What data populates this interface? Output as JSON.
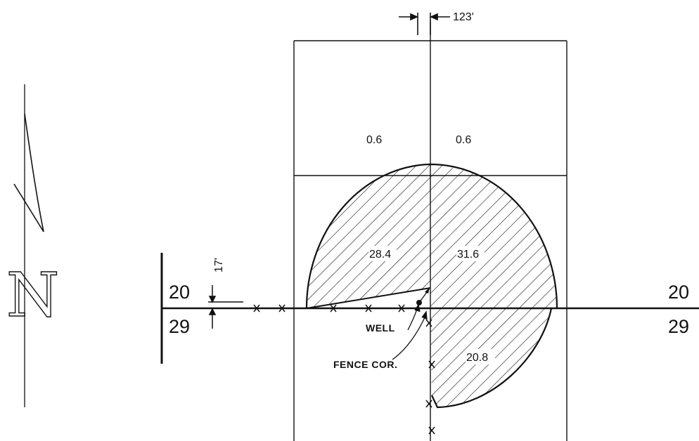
{
  "colors": {
    "ink": "#111111",
    "paper": "#ffffff"
  },
  "north_arrow": {
    "letter": "N"
  },
  "dimensions": {
    "offset_top": "123'",
    "offset_left": "17'"
  },
  "section_labels": {
    "left_upper": "20",
    "left_lower": "29",
    "right_upper": "20",
    "right_lower": "29"
  },
  "areas": {
    "nw_upper": "0.6",
    "ne_upper": "0.6",
    "nw_lower": "28.4",
    "ne_lower": "31.6",
    "se_lower": "20.8"
  },
  "callouts": {
    "well": "WELL",
    "fence_corner": "FENCE COR."
  }
}
